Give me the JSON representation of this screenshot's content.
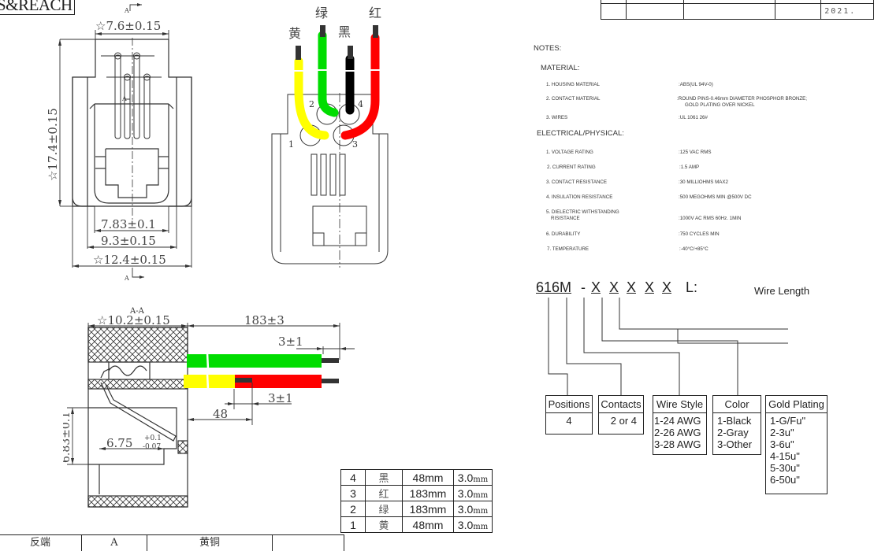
{
  "header": {
    "compliance_mark": "S&REACH",
    "title_block": {
      "date_fragment": "2021."
    }
  },
  "front_view": {
    "section_label": "A",
    "dim_top_width": "☆7.6±0.15",
    "dim_height": "☆17.4±0.15",
    "dim_inner_1": "7.83±0.1",
    "dim_inner_2": "9.3±0.15",
    "dim_outer": "☆12.4±0.15",
    "section_mark_inner": "A"
  },
  "wire_view": {
    "wire_labels": [
      {
        "pin": "1",
        "color_cn": "黄",
        "color_hex": "#ffff00"
      },
      {
        "pin": "2",
        "color_cn": "绿",
        "color_hex": "#00dd00"
      },
      {
        "pin": "4",
        "color_cn": "黑",
        "color_hex": "#000000"
      },
      {
        "pin": "3",
        "color_cn": "红",
        "color_hex": "#ff0000"
      }
    ]
  },
  "section_view": {
    "title": "A-A",
    "dim_body": "☆10.2±0.15",
    "dim_long_wire": "183±3",
    "dim_strip_long": "3±1",
    "dim_strip_short": "3±1",
    "dim_short_wire": "48",
    "dim_height": "6.83±0.1",
    "dim_inner_main": "6.75",
    "dim_inner_tol_plus": "+0.1",
    "dim_inner_tol_minus": "-0.07"
  },
  "notes": {
    "heading": "NOTES:",
    "material_heading": "MATERIAL:",
    "material": [
      {
        "label": "1. HOUSING MATERIAL",
        "value": ":ABS(UL 94V-0)"
      },
      {
        "label": "2. CONTACT MATERIAL",
        "value": ":ROUND PINS-0.46mm DIAMETER  PHOSPHOR BRONZE;",
        "value2": "GOLD PLATING OVER NICKEL"
      },
      {
        "label": "3. WIRES",
        "value": ":UL 1061 26#"
      }
    ],
    "electrical_heading": "ELECTRICAL/PHYSICAL:",
    "electrical": [
      {
        "label": "1. VOLTAGE RATING",
        "value": ":125 VAC RMS"
      },
      {
        "label": "2. CURRENT RATING",
        "value": ":1.5 AMP"
      },
      {
        "label": "3. CONTACT RESISTANCE",
        "value": ":30 MILLIOHMS MAX2"
      },
      {
        "label": "4. INSULATION RESISTANCE",
        "value": ":500 MEGOHMS MIN @500V DC"
      },
      {
        "label": "5. DIELECTRIC WITHSTANDING",
        "label2": "RISISTANCE",
        "value": ":1000V AC RMS 60Hz. 1MIN"
      },
      {
        "label": "6. DURABILITY",
        "value": ":750 CYCLES MIN"
      },
      {
        "label": "7. TEMPERATURE",
        "value": ":-40°C/+85°C"
      }
    ]
  },
  "part_number": {
    "base": "616M",
    "dash": "-",
    "placeholders": [
      "X",
      "X",
      "X",
      "X",
      "X"
    ],
    "length_label": "L:",
    "length_desc": "Wire Length",
    "fields": [
      {
        "title": "Positions",
        "options": [
          "4"
        ]
      },
      {
        "title": "Contacts",
        "options": [
          "2 or 4"
        ]
      },
      {
        "title": "Wire Style",
        "options": [
          "1-24 AWG",
          "2-26 AWG",
          "3-28 AWG"
        ]
      },
      {
        "title": "Color",
        "options": [
          "1-Black",
          "2-Gray",
          "3-Other"
        ]
      },
      {
        "title": "Gold Plating",
        "options": [
          "1-G/Fu\"",
          "2-3u\"",
          "3-6u\"",
          "4-15u\"",
          "5-30u\"",
          "6-50u\""
        ]
      }
    ]
  },
  "wire_table": {
    "rows": [
      {
        "pin": "4",
        "color": "黑",
        "length": "48mm",
        "dia": "3.0",
        "unit": "mm"
      },
      {
        "pin": "3",
        "color": "红",
        "length": "183mm",
        "dia": "3.0",
        "unit": "mm"
      },
      {
        "pin": "2",
        "color": "绿",
        "length": "183mm",
        "dia": "3.0",
        "unit": "mm"
      },
      {
        "pin": "1",
        "color": "黄",
        "length": "48mm",
        "dia": "3.0",
        "unit": "mm"
      }
    ]
  },
  "bottom_block": {
    "cells": [
      "反端",
      "A",
      "黄铜",
      ""
    ]
  }
}
